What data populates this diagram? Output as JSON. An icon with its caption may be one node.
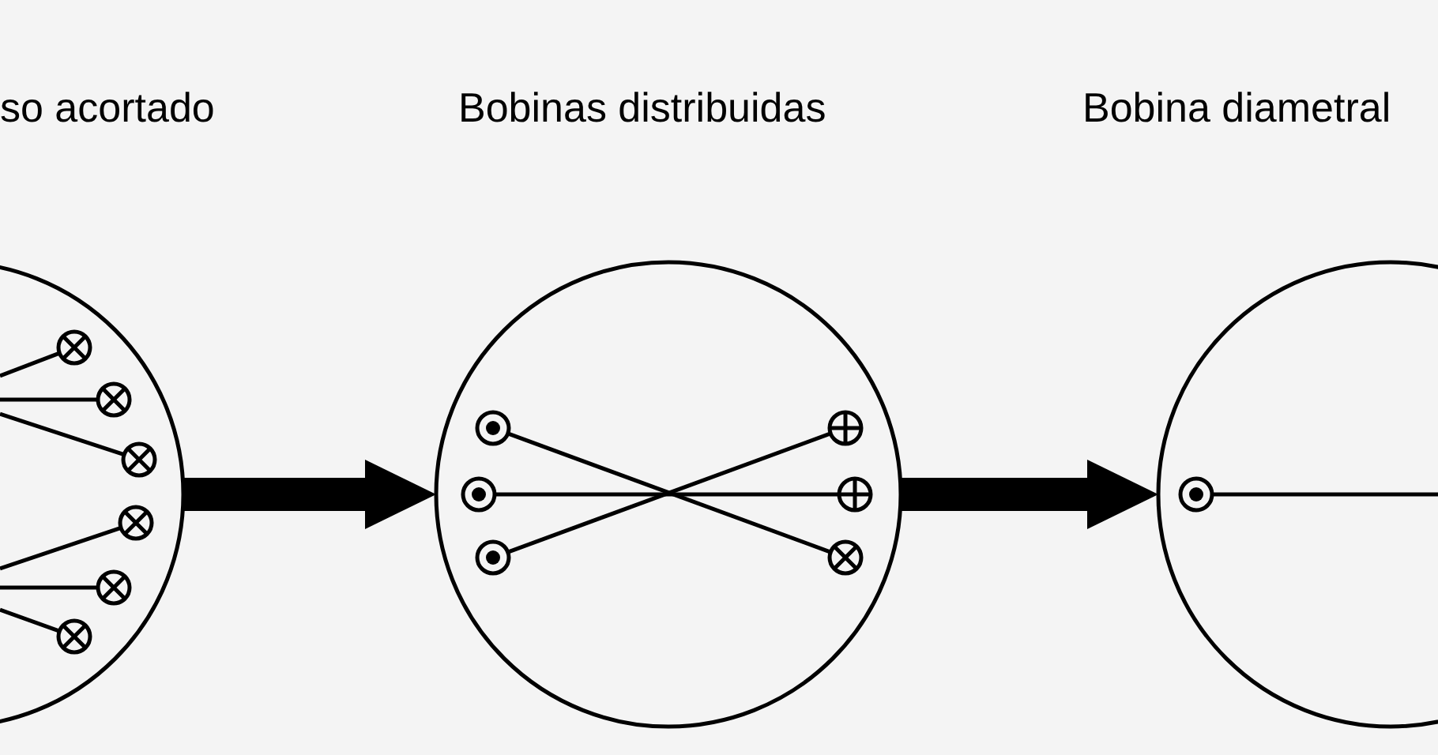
{
  "diagram": {
    "nodes": [
      {
        "text": [
          "so acortado"
        ]
      },
      {
        "text": [],
        "shape": "circle",
        "in": 0
      },
      {
        "text": [],
        "shape": "circle",
        "in": 0
      },
      {
        "text": [],
        "shape": "circle",
        "in": 0
      },
      {
        "text": [],
        "shape": "circle",
        "in": 0
      },
      {
        "text": [],
        "shape": "circle",
        "in": 0
      },
      {
        "text": [],
        "shape": "circle",
        "in": 0
      },
      {
        "text": [
          "Bobinas distribuidas"
        ]
      },
      {
        "text": [],
        "shape": "circle",
        "in": 7
      },
      {
        "text": [],
        "shape": "circle",
        "in": 7
      },
      {
        "text": [],
        "shape": "circle",
        "in": 7
      },
      {
        "text": [],
        "shape": "circle",
        "in": 7
      },
      {
        "text": [],
        "shape": "circle",
        "in": 7
      },
      {
        "text": [],
        "shape": "circle",
        "in": 7
      },
      {
        "text": [
          "Bobina diametral"
        ]
      },
      {
        "text": [],
        "shape": "circle",
        "in": 14
      }
    ],
    "edges": [
      {
        "from": 0,
        "to": 7,
        "arrow": "to",
        "style": "thick"
      },
      {
        "from": 7,
        "to": 14,
        "arrow": "to",
        "style": "thick"
      },
      {
        "from": 1,
        "to": null,
        "arrow": "none"
      },
      {
        "from": 2,
        "to": null,
        "arrow": "none"
      },
      {
        "from": 3,
        "to": null,
        "arrow": "none"
      },
      {
        "from": 4,
        "to": null,
        "arrow": "none"
      },
      {
        "from": 5,
        "to": null,
        "arrow": "none"
      },
      {
        "from": 6,
        "to": null,
        "arrow": "none"
      },
      {
        "from": 8,
        "to": 13,
        "arrow": "none"
      },
      {
        "from": 9,
        "to": 12,
        "arrow": "none"
      },
      {
        "from": 10,
        "to": 11,
        "arrow": "none"
      },
      {
        "from": 15,
        "to": null,
        "arrow": "none"
      }
    ]
  }
}
